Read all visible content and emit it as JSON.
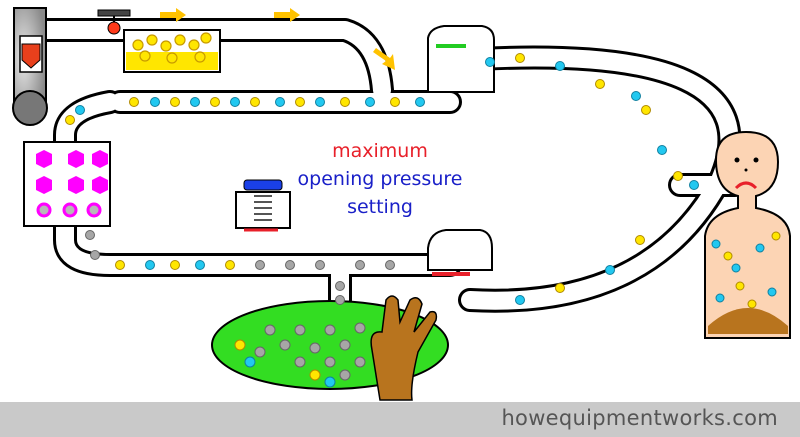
{
  "labels": {
    "line1": "maximum",
    "line2": "opening pressure",
    "line3": "setting"
  },
  "footer": {
    "site": "howequipmentworks.com"
  },
  "colors": {
    "label_red": "#e8202a",
    "label_blue": "#1a20c8",
    "yellow_particle": "#ffe600",
    "blue_particle": "#22c8f0",
    "gray_particle": "#a6a6a6",
    "magenta": "#ff00ff",
    "lung_green": "#33dd22",
    "skin": "#fcd4b4",
    "hand_brown": "#b8741e",
    "flow_arrow": "#ffc200"
  },
  "icons": [
    "flow-arrow-icon",
    "hand-icon",
    "patient-icon",
    "pressure-dial-icon"
  ]
}
